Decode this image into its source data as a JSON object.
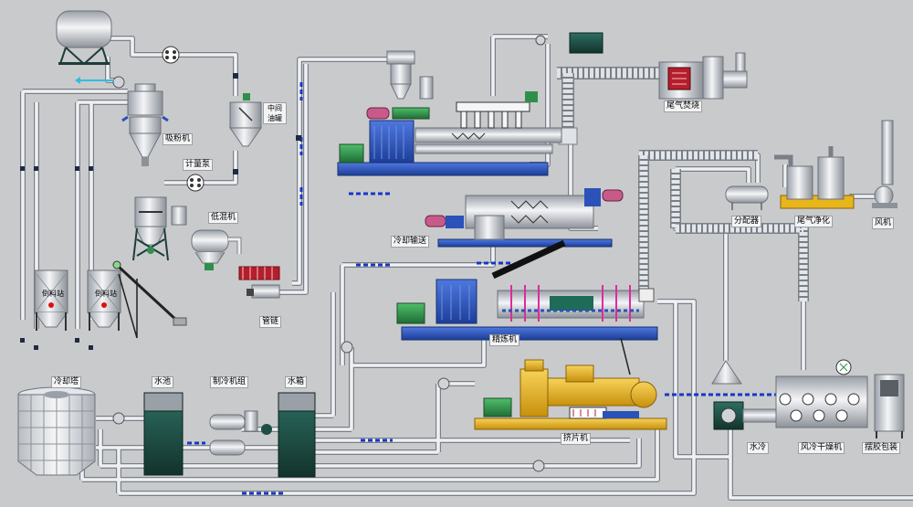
{
  "labels": {
    "suction_machine": "吸粉机",
    "intermediate_tank": "中间\n油罐",
    "metering_pump": "计量泵",
    "low_mixer": "低混机",
    "tube_chain": "管链",
    "tail_gas_incineration": "尾气焚烧",
    "cooling_conveying": "冷却输送",
    "distributor": "分配器",
    "tail_gas_purification": "尾气净化",
    "fan": "风机",
    "refining_machine": "精炼机",
    "tablet_machine": "挤片机",
    "cooling_tower": "冷却塔",
    "water_pool": "水池",
    "chiller_unit": "制冷机组",
    "water_tank": "水箱",
    "water_cooling": "水冷",
    "air_cooling_dryer": "风冷干燥机",
    "swing_packaging": "摆胶包装",
    "bin_station_1": "倒料站",
    "bin_station_2": "倒料站"
  },
  "colors": {
    "background": "#c9cacc",
    "pipe": "#e2e4e8",
    "pipe_edge": "#7a7f86",
    "machine_blue": "#2a52b8",
    "base_blue": "#2d5bd0",
    "motor_green": "#2f8f4a",
    "extruder_yellow": "#e8b51a",
    "tank_teal": "#1e4e45",
    "flow_blue": "#1737c8",
    "heater_red": "#b51e2a"
  }
}
